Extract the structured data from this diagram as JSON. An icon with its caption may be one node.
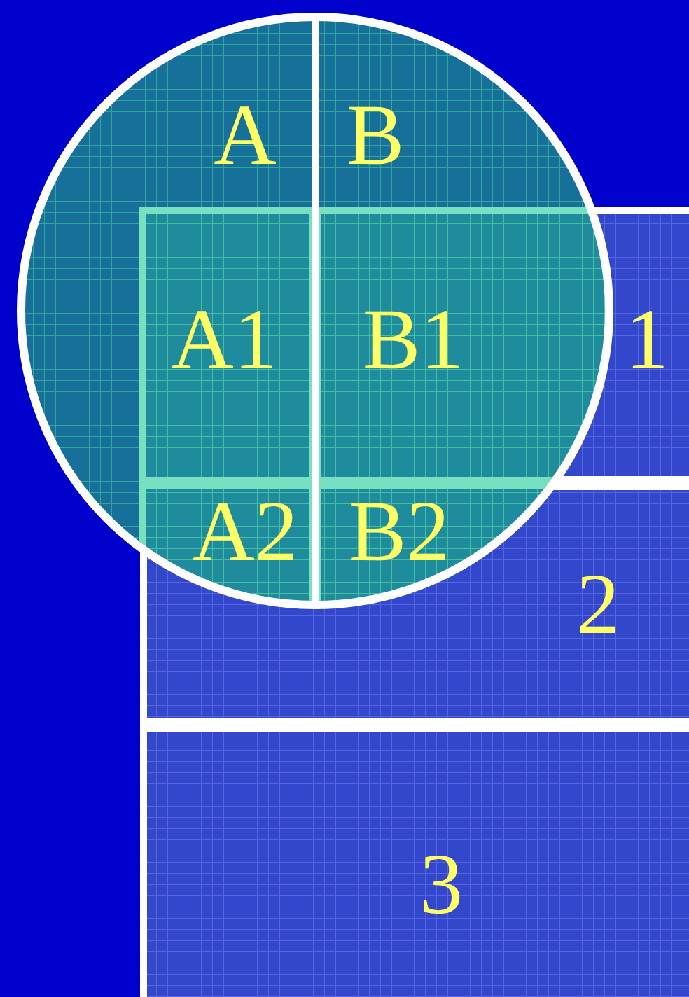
{
  "diagram": {
    "nodes": [
      {
        "text": [
          "A"
        ]
      },
      {
        "text": [
          "B"
        ]
      },
      {
        "text": [
          "A1"
        ]
      },
      {
        "text": [
          "B1"
        ]
      },
      {
        "text": [
          "1"
        ]
      },
      {
        "text": [
          "A2"
        ]
      },
      {
        "text": [
          "B2"
        ]
      },
      {
        "text": [
          "2"
        ]
      },
      {
        "text": [
          "3"
        ]
      }
    ]
  }
}
